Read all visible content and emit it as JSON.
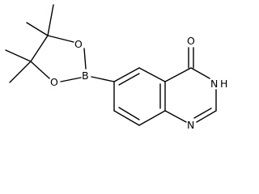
{
  "molecule": {
    "atoms": {
      "boron": "B",
      "oxygen_upper": "O",
      "oxygen_lower": "O",
      "nitrogen_nh": "N",
      "hydrogen_nh": "H",
      "nitrogen_ring": "N",
      "oxygen_carbonyl": "O"
    }
  }
}
